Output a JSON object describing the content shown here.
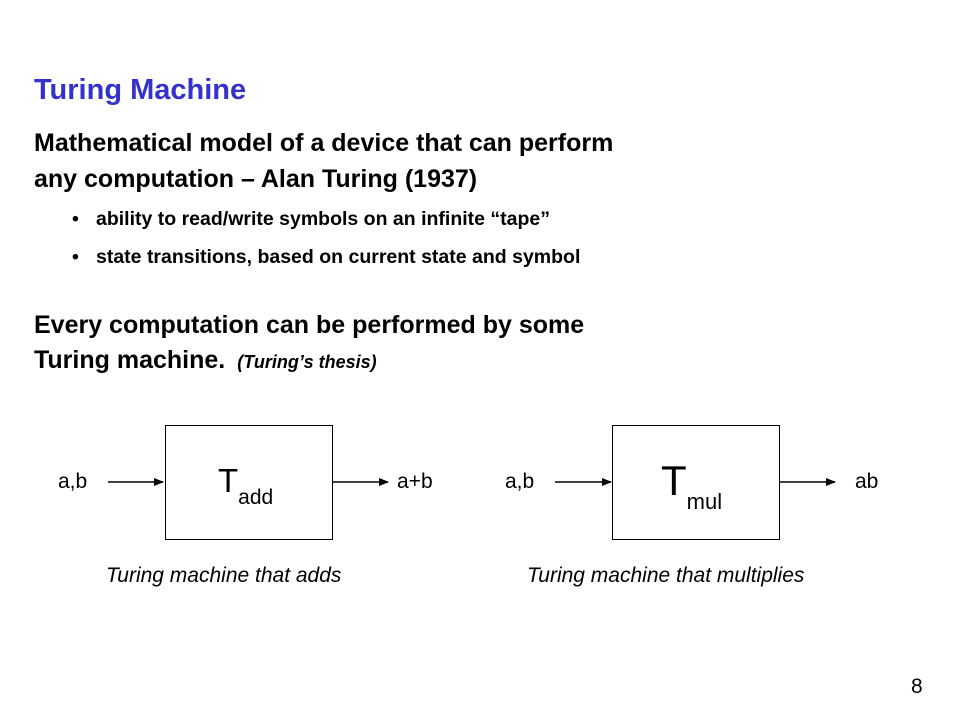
{
  "slide": {
    "title": "Turing Machine",
    "intro_line1": "Mathematical model of a device that can perform",
    "intro_line2": "any computation – Alan Turing (1937)",
    "bullets": [
      "ability to read/write symbols on an infinite “tape”",
      "state transitions, based on current state and symbol"
    ],
    "thesis_line1": "Every computation can be performed by some",
    "thesis_line2": "Turing machine.",
    "thesis_note": "(Turing’s thesis)",
    "page_number": "8"
  },
  "diagrams": {
    "add": {
      "input": "a,b",
      "symbol": "T",
      "subscript": "add",
      "output": "a+b",
      "caption": "Turing machine that adds"
    },
    "mul": {
      "input": "a,b",
      "symbol": "T",
      "subscript": "mul",
      "output": "ab",
      "caption": "Turing machine that multiplies"
    }
  }
}
